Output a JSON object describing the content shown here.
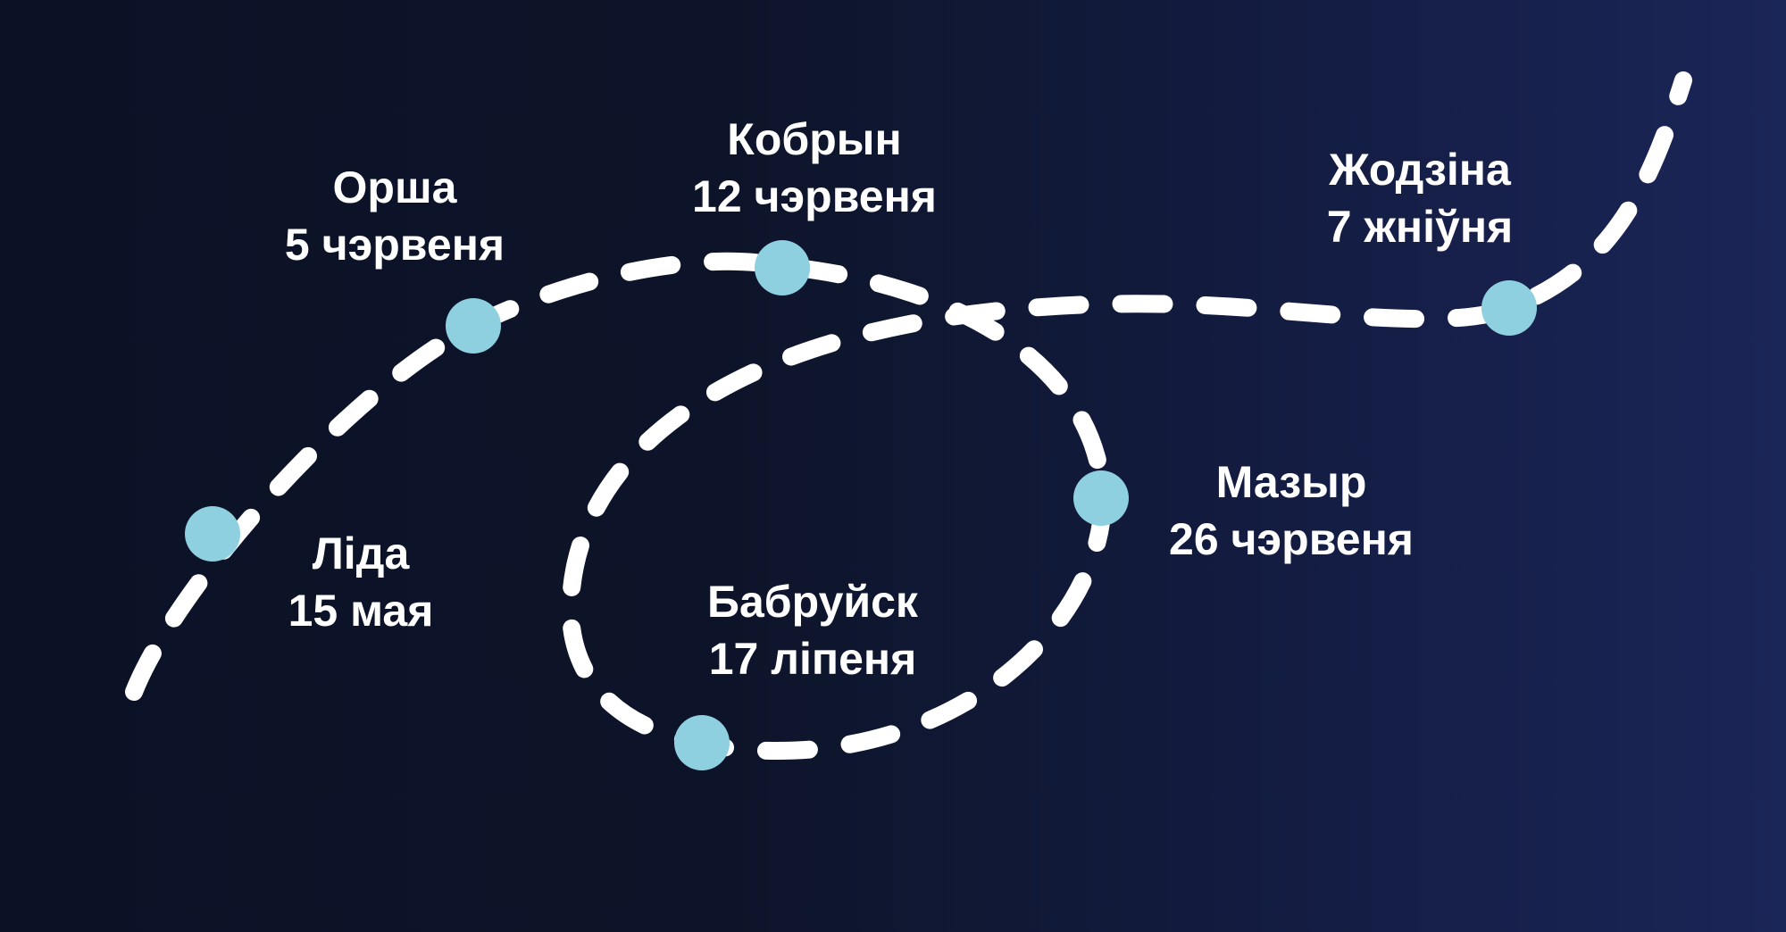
{
  "stops": [
    {
      "city": "Ліда",
      "date": "15 мая"
    },
    {
      "city": "Орша",
      "date": "5 чэрвеня"
    },
    {
      "city": "Кобрын",
      "date": "12 чэрвеня"
    },
    {
      "city": "Мазыр",
      "date": "26 чэрвеня"
    },
    {
      "city": "Бабруйск",
      "date": "17 ліпеня"
    },
    {
      "city": "Жодзіна",
      "date": "7 жніўня"
    }
  ],
  "colors": {
    "background_dark": "#0c1226",
    "background_light": "#1b2658",
    "route": "#ffffff",
    "stop_marker": "#8ed0e0",
    "text": "#ffffff"
  }
}
